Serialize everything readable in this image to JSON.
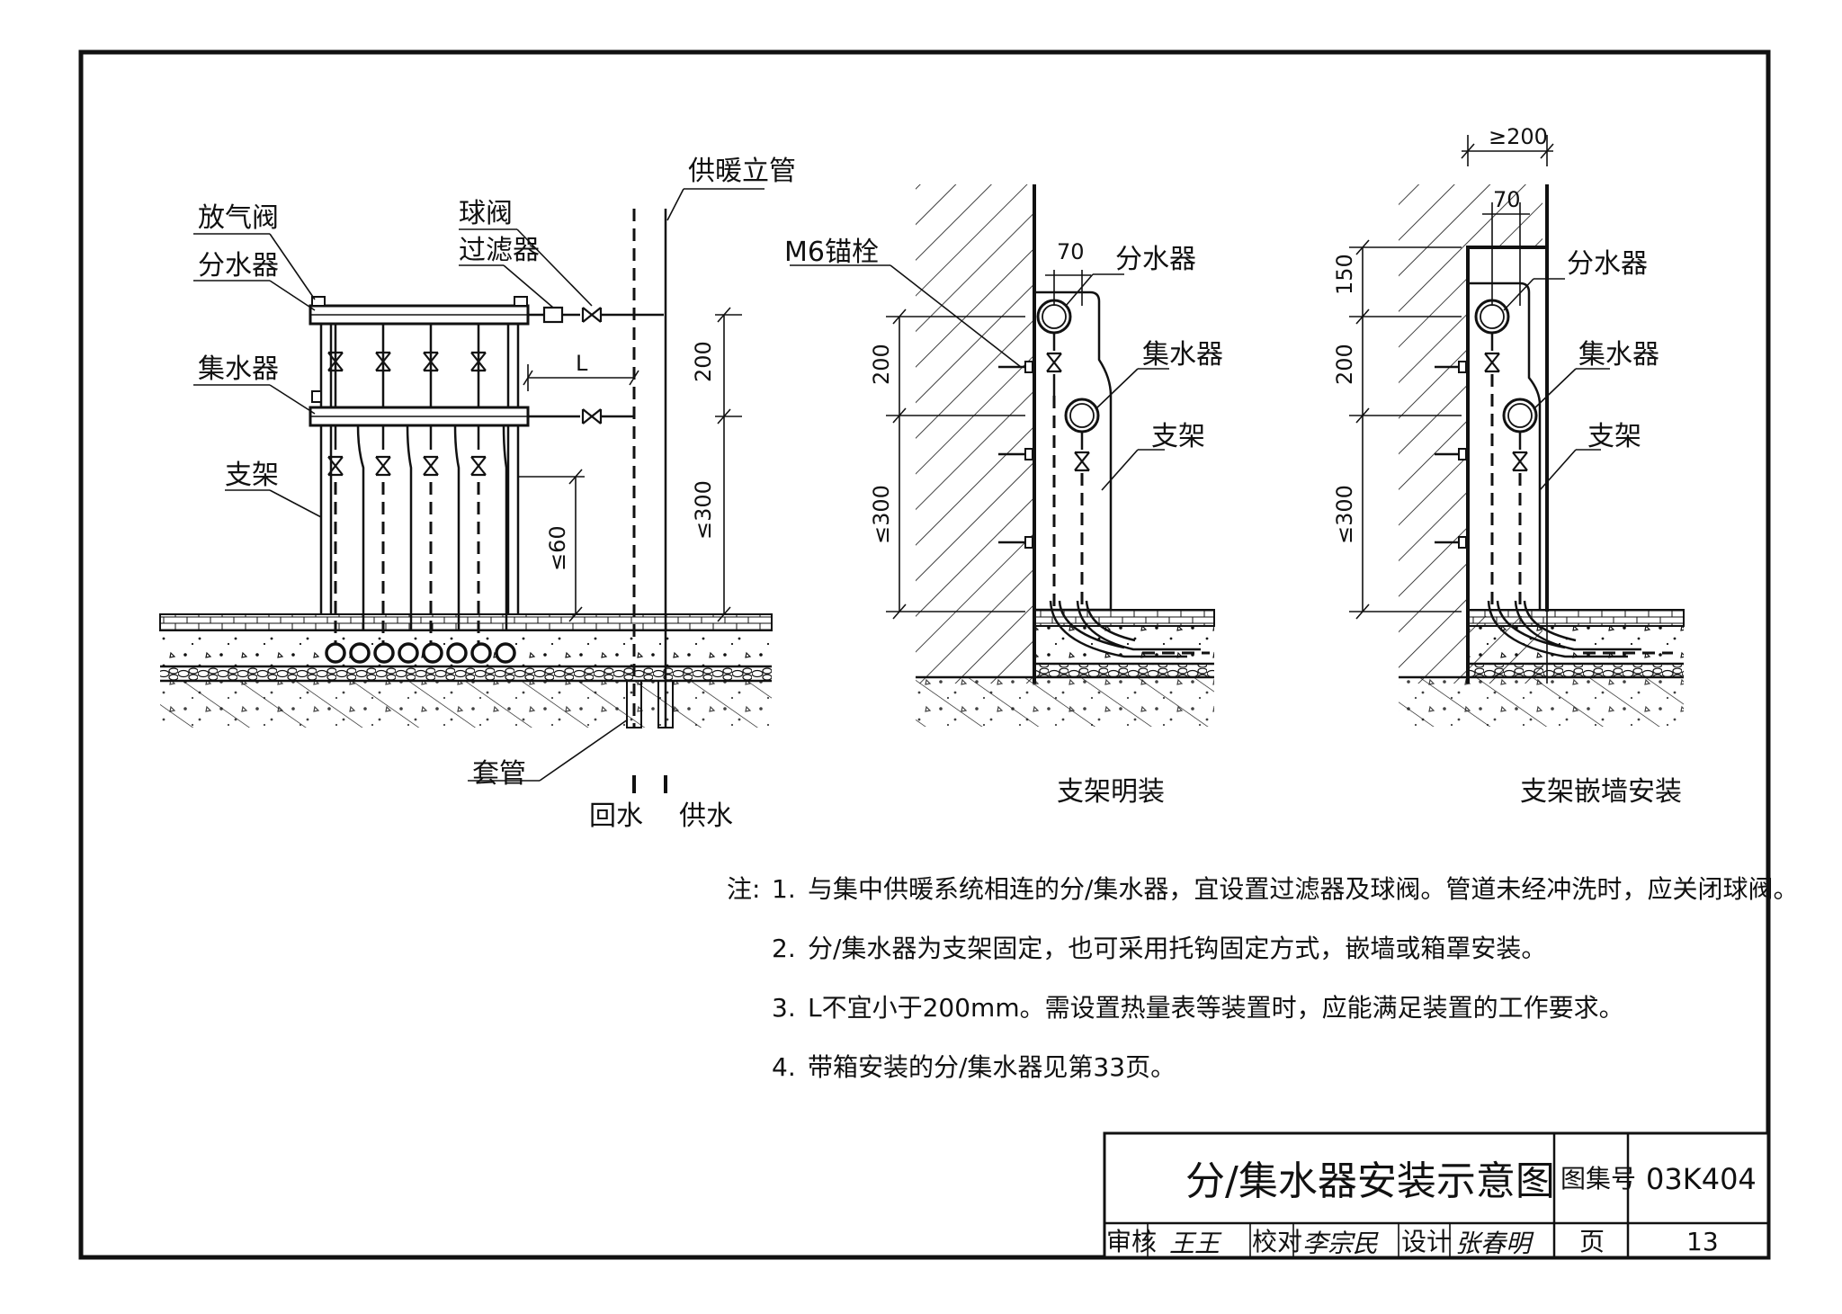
{
  "main_view": {
    "labels": {
      "vent_valve": "放气阀",
      "distributor": "分水器",
      "collector": "集水器",
      "bracket": "支架",
      "ball_valve": "球阀",
      "filter": "过滤器",
      "riser": "供暖立管",
      "sleeve": "套管",
      "return_water": "回水",
      "supply_water": "供水"
    },
    "dims": {
      "L": "L",
      "d200": "200",
      "d300": "≤300",
      "d60": "≤60"
    }
  },
  "view_exposed": {
    "caption": "支架明装",
    "labels": {
      "anchor": "M6锚栓",
      "distributor": "分水器",
      "collector": "集水器",
      "bracket": "支架"
    },
    "dims": {
      "d70": "70",
      "d200": "200",
      "d300": "≤300"
    }
  },
  "view_embedded": {
    "caption": "支架嵌墙安装",
    "labels": {
      "distributor": "分水器",
      "collector": "集水器",
      "bracket": "支架"
    },
    "dims": {
      "d200top": "≥200",
      "d70": "70",
      "d150": "150",
      "d200": "200",
      "d300": "≤300"
    }
  },
  "notes": {
    "prefix": "注:",
    "items": [
      {
        "num": "1.",
        "text": "与集中供暖系统相连的分/集水器，宜设置过滤器及球阀。管道未经冲洗时，应关闭球阀。"
      },
      {
        "num": "2.",
        "text": "分/集水器为支架固定，也可采用托钩固定方式，嵌墙或箱罩安装。"
      },
      {
        "num": "3.",
        "text": "L不宜小于200mm。需设置热量表等装置时，应能满足装置的工作要求。"
      },
      {
        "num": "4.",
        "text": "带箱安装的分/集水器见第33页。"
      }
    ]
  },
  "title_block": {
    "title": "分/集水器安装示意图",
    "atlas_label": "图集号",
    "atlas_no": "03K404",
    "review_label": "审核",
    "review_sign": "王王",
    "check_label": "校对",
    "check_sign": "李宗民",
    "design_label": "设计",
    "design_sign": "张春明",
    "page_label": "页",
    "page_no": "13"
  }
}
